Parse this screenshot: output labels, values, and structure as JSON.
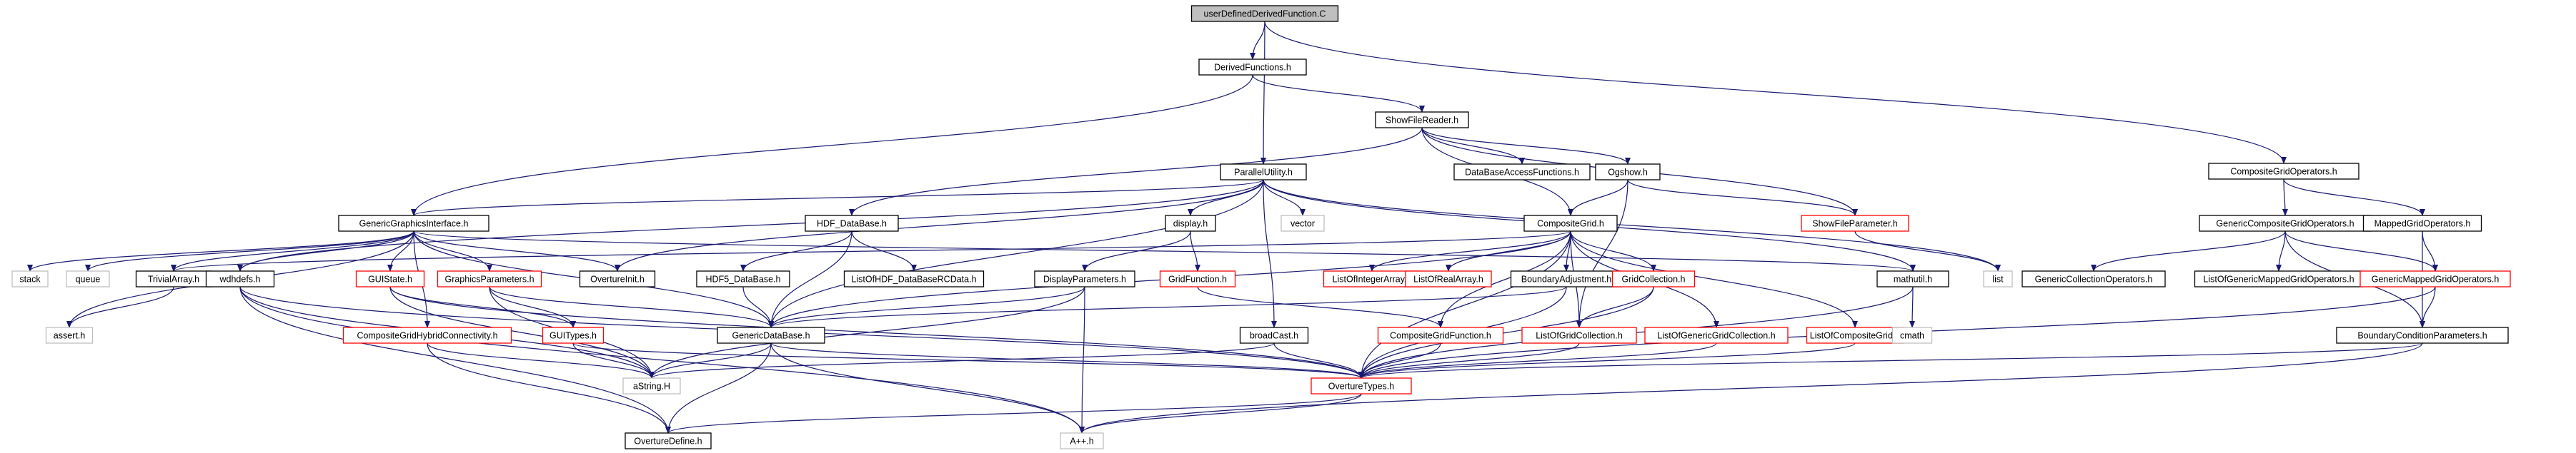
{
  "diagram": {
    "colors": {
      "edge": "#191970",
      "border_default": "#000000",
      "border_linked": "#ff0000",
      "border_external": "#bfbfbf",
      "root_fill": "#bfbfbf",
      "node_fill": "#ffffff"
    },
    "nodes": {
      "root": {
        "label": "userDefinedDerivedFunction.C",
        "style": "root"
      },
      "derived": {
        "label": "DerivedFunctions.h",
        "style": "default"
      },
      "showfilereader": {
        "label": "ShowFileReader.h",
        "style": "default"
      },
      "cgops": {
        "label": "CompositeGridOperators.h",
        "style": "default"
      },
      "parallelutility": {
        "label": "ParallelUtility.h",
        "style": "default"
      },
      "databaseaccess": {
        "label": "DataBaseAccessFunctions.h",
        "style": "default"
      },
      "ogshow": {
        "label": "Ogshow.h",
        "style": "default"
      },
      "showfileparameter": {
        "label": "ShowFileParameter.h",
        "style": "linked"
      },
      "genericgraphics": {
        "label": "GenericGraphicsInterface.h",
        "style": "default"
      },
      "hdfdatabase": {
        "label": "HDF_DataBase.h",
        "style": "default"
      },
      "display": {
        "label": "display.h",
        "style": "default"
      },
      "vector": {
        "label": "vector",
        "style": "external"
      },
      "compositegrid": {
        "label": "CompositeGrid.h",
        "style": "default"
      },
      "gencgops": {
        "label": "GenericCompositeGridOperators.h",
        "style": "default"
      },
      "mappedgridops": {
        "label": "MappedGridOperators.h",
        "style": "default"
      },
      "stack": {
        "label": "stack",
        "style": "external"
      },
      "queue": {
        "label": "queue",
        "style": "external"
      },
      "trivialarray": {
        "label": "TrivialArray.h",
        "style": "default"
      },
      "wdhdefs": {
        "label": "wdhdefs.h",
        "style": "default"
      },
      "guistate": {
        "label": "GUIState.h",
        "style": "linked"
      },
      "graphicsparams": {
        "label": "GraphicsParameters.h",
        "style": "linked"
      },
      "overtureinit": {
        "label": "OvertureInit.h",
        "style": "default"
      },
      "hdf5database": {
        "label": "HDF5_DataBase.h",
        "style": "default"
      },
      "listofhdf": {
        "label": "ListOfHDF_DataBaseRCData.h",
        "style": "default"
      },
      "displayparams": {
        "label": "DisplayParameters.h",
        "style": "default"
      },
      "gridfunction": {
        "label": "GridFunction.h",
        "style": "linked"
      },
      "listofintegerarray": {
        "label": "ListOfIntegerArray.h",
        "style": "linked"
      },
      "listofrealarray": {
        "label": "ListOfRealArray.h",
        "style": "linked"
      },
      "boundaryadjustment": {
        "label": "BoundaryAdjustment.h",
        "style": "default"
      },
      "gridcollection": {
        "label": "GridCollection.h",
        "style": "linked"
      },
      "mathutil": {
        "label": "mathutil.h",
        "style": "default"
      },
      "list": {
        "label": "list",
        "style": "external"
      },
      "gencollectionops": {
        "label": "GenericCollectionOperators.h",
        "style": "default"
      },
      "listofgenmappedgridops": {
        "label": "ListOfGenericMappedGridOperators.h",
        "style": "default"
      },
      "genmappedgridops": {
        "label": "GenericMappedGridOperators.h",
        "style": "linked"
      },
      "assert": {
        "label": "assert.h",
        "style": "external"
      },
      "cghybrid": {
        "label": "CompositeGridHybridConnectivity.h",
        "style": "linked"
      },
      "guitypes": {
        "label": "GUITypes.h",
        "style": "linked"
      },
      "genericdatabase": {
        "label": "GenericDataBase.h",
        "style": "default"
      },
      "broadcast": {
        "label": "broadCast.h",
        "style": "default"
      },
      "cgfunction": {
        "label": "CompositeGridFunction.h",
        "style": "linked"
      },
      "listofgridcollection": {
        "label": "ListOfGridCollection.h",
        "style": "linked"
      },
      "listofgengridcollection": {
        "label": "ListOfGenericGridCollection.h",
        "style": "linked"
      },
      "listofcompositegrid": {
        "label": "ListOfCompositeGrid.h",
        "style": "linked"
      },
      "cmath": {
        "label": "cmath",
        "style": "external"
      },
      "boundarycondparams": {
        "label": "BoundaryConditionParameters.h",
        "style": "default"
      },
      "astring": {
        "label": "aString.H",
        "style": "external"
      },
      "overturetypes": {
        "label": "OvertureTypes.h",
        "style": "linked"
      },
      "overturedefine": {
        "label": "OvertureDefine.h",
        "style": "default"
      },
      "aplusplus": {
        "label": "A++.h",
        "style": "external"
      }
    }
  }
}
